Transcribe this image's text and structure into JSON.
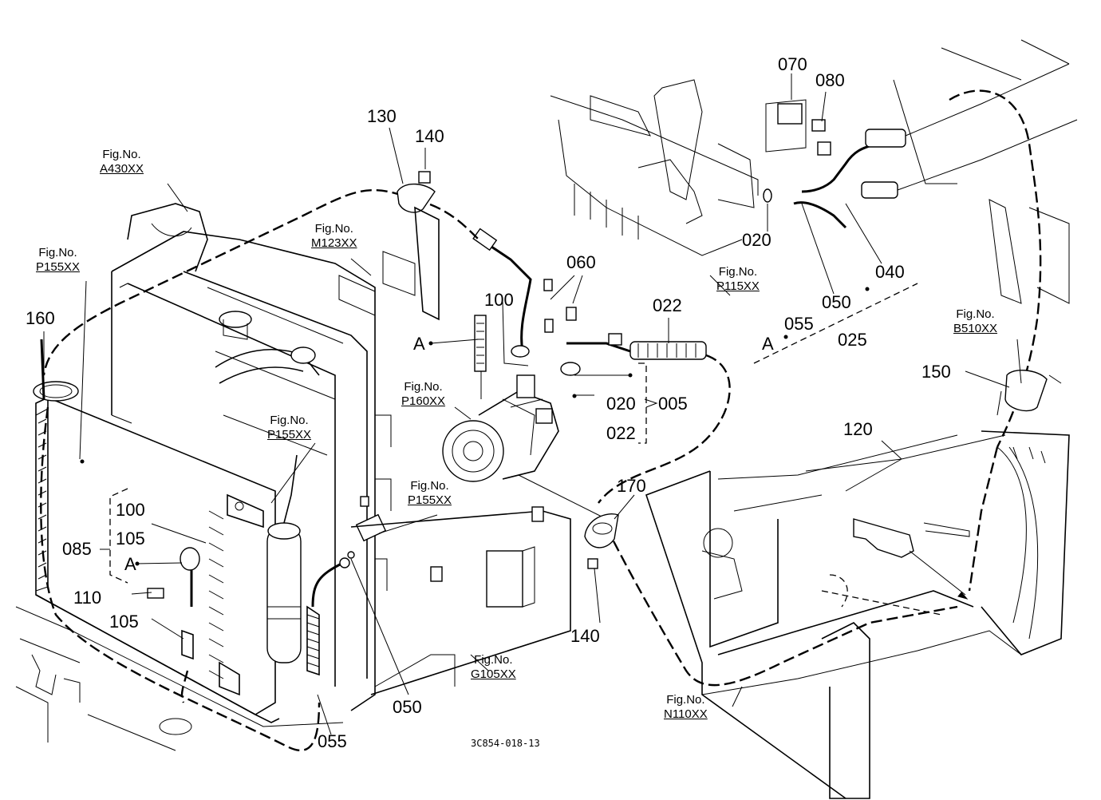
{
  "diagram": {
    "drawing_code": "3C854-018-13",
    "part_numbers": [
      "130",
      "140",
      "070",
      "080",
      "020",
      "040",
      "050",
      "055",
      "025",
      "060",
      "100",
      "022",
      "005",
      "020",
      "022",
      "160",
      "100",
      "105",
      "085",
      "110",
      "105",
      "055",
      "050",
      "170",
      "140",
      "150",
      "120",
      "A",
      "A",
      "A"
    ],
    "fig_refs": [
      {
        "label": "Fig.No.",
        "ref": "A430XX"
      },
      {
        "label": "Fig.No.",
        "ref": "P155XX"
      },
      {
        "label": "Fig.No.",
        "ref": "M123XX"
      },
      {
        "label": "Fig.No.",
        "ref": "P115XX"
      },
      {
        "label": "Fig.No.",
        "ref": "P160XX"
      },
      {
        "label": "Fig.No.",
        "ref": "P155XX"
      },
      {
        "label": "Fig.No.",
        "ref": "P155XX"
      },
      {
        "label": "Fig.No.",
        "ref": "B510XX"
      },
      {
        "label": "Fig.No.",
        "ref": "G105XX"
      },
      {
        "label": "Fig.No.",
        "ref": "N110XX"
      }
    ]
  }
}
